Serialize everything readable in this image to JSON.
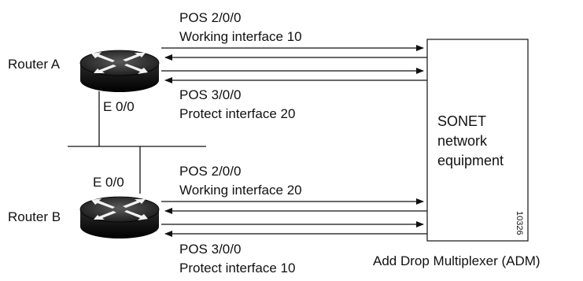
{
  "routers": {
    "a": {
      "name": "Router A",
      "ethernet": "E 0/0"
    },
    "b": {
      "name": "Router B",
      "ethernet": "E 0/0"
    }
  },
  "links": {
    "a_working_port": "POS 2/0/0",
    "a_working_desc": "Working interface 10",
    "a_protect_port": "POS 3/0/0",
    "a_protect_desc": "Protect interface 20",
    "b_working_port": "POS 2/0/0",
    "b_working_desc": "Working interface 20",
    "b_protect_port": "POS 3/0/0",
    "b_protect_desc": "Protect interface 10"
  },
  "adm": {
    "line1": "SONET",
    "line2": "network",
    "line3": "equipment",
    "caption": "Add Drop Multiplexer (ADM)",
    "figure_id": "10326"
  }
}
